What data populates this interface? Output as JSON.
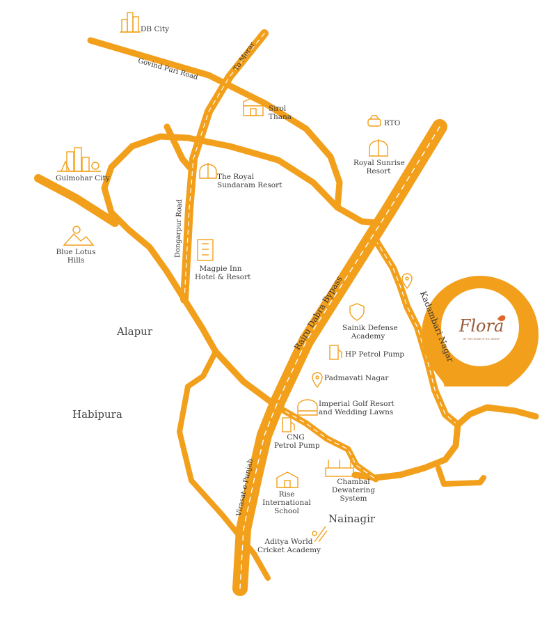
{
  "brand": {
    "logo_text": "Flora",
    "tagline": "BY THE HOUSE OF R.K. GROUP",
    "accent": "#F29F1B",
    "road_color": "#F29F1B"
  },
  "roads": {
    "govind_puri": "Govind Puri Road",
    "to_morar": "To Morar",
    "dongarpur": "Dongarpur Road",
    "rairu_dabra": "Rairu Dabra Bypass",
    "kadambari": "Kadambari Nagar",
    "virasat": "Virasat-e-Punjab"
  },
  "areas": {
    "alapur": "Alapur",
    "habipura": "Habipura",
    "nainagir": "Nainagir"
  },
  "places": {
    "db_city": "DB City",
    "sirol_thana_1": "Sirol",
    "sirol_thana_2": "Thana",
    "rto": "RTO",
    "royal_sunrise_1": "Royal Sunrise",
    "royal_sunrise_2": "Resort",
    "gulmohar": "Gulmohar City",
    "royal_sundaram_1": "The Royal",
    "royal_sundaram_2": "Sundaram Resort",
    "blue_lotus_1": "Blue Lotus",
    "blue_lotus_2": "Hills",
    "magpie_1": "Magpie Inn",
    "magpie_2": "Hotel & Resort",
    "sainik_1": "Sainik Defense",
    "sainik_2": "Academy",
    "hp_petrol": "HP Petrol Pump",
    "padmavati": "Padmavati Nagar",
    "imperial_1": "Imperial Golf Resort",
    "imperial_2": "and Wedding Lawns",
    "cng_1": "CNG",
    "cng_2": "Petrol Pump",
    "chambal_1": "Chambal",
    "chambal_2": "Dewatering",
    "chambal_3": "System",
    "rise_1": "Rise",
    "rise_2": "International",
    "rise_3": "School",
    "aditya_1": "Aditya World",
    "aditya_2": "Cricket Academy"
  },
  "icons": [
    "building-icon",
    "government-building-icon",
    "car-icon",
    "resort-icon",
    "city-skyline-icon",
    "hills-icon",
    "hotel-icon",
    "shield-icon",
    "fuel-pump-icon",
    "location-pin-icon",
    "school-icon",
    "cricket-icon",
    "destination-pin-icon"
  ]
}
